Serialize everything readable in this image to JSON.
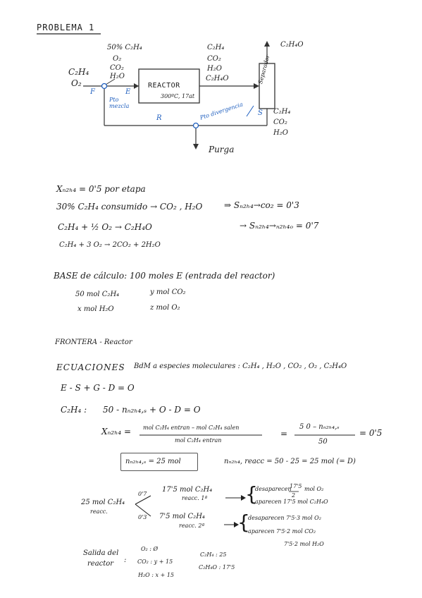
{
  "header": {
    "title": "PROBLEMA 1"
  },
  "diagram": {
    "feed_top": [
      "50% C₂H₄",
      "O₂",
      "CO₂",
      "H₂O"
    ],
    "inlet": [
      "C₂H₄",
      "O₂"
    ],
    "reactor_label": "REACTOR",
    "reactor_cond": "300ºC, 17at",
    "outlet": [
      "C₂H₄",
      "CO₂",
      "H₂O",
      "C₂H₄O"
    ],
    "separator_label": "Separador",
    "product": "C₂H₄O",
    "recycle": [
      "C₂H₄",
      "CO₂",
      "H₂O"
    ],
    "stream_F": "F",
    "stream_E": "E",
    "stream_R": "R",
    "stream_S": "S",
    "mix_point": "Pto mezcla",
    "split_point": "Pto divergencia",
    "purge": "Purga"
  },
  "conditions": {
    "x_line": "Xₙ₂ₕ₄ = 0'5  por etapa",
    "c1_left": "30%  C₂H₄  consumido  →  CO₂ , H₂O",
    "c1_right": "⇒   Sₙ₂ₕ₄→co₂ = 0'3",
    "r1_left": "C₂H₄ + ½ O₂  →  C₂H₄O",
    "r1_right": "→  Sₙ₂ₕ₄→ₙ₂ₕ₄ₒ = 0'7",
    "r2": "C₂H₄ + 3 O₂  → 2CO₂ + 2H₂O"
  },
  "base": {
    "line": "BASE  de  cálculo:   100  moles  E  (entrada  del  reactor)",
    "i1": "50 mol  C₂H₄",
    "i2": "y  mol  CO₂",
    "i3": "x  mol  H₂O",
    "i4": "z  mol  O₂"
  },
  "frontier": {
    "title": "FRONTERA - Reactor",
    "eq_title": "ECUACIONES",
    "eq_desc": "BdM  a  especies  moleculares :  C₂H₄ , H₂O , CO₂ , O₂ , C₂H₄O",
    "balance": "E - S + G - D = O",
    "c2h4_label": "C₂H₄ :",
    "c2h4_eq": "50 - nₙ₂ₕ₄,ₛ  + O  -  D = O",
    "x_lhs": "Xₙ₂ₕ₄ =",
    "frac1_num": "mol C₂H₄ entran  –  mol C₂H₄ salen",
    "frac1_den": "mol  C₂H₄  entran",
    "eq_sign": "=",
    "frac2_num": "5 0  –  nₙ₂ₕ₄,ₛ",
    "frac2_den": "50",
    "x_result": "= 0'5",
    "boxed": "nₙ₂ₕ₄,ₛ = 25 mol",
    "reacc": "nₙ₂ₕ₄, reacc = 50 - 25 = 25 mol   (= D)"
  },
  "split": {
    "label1": "25 mol  C₂H₄",
    "label2": "reacc.",
    "f1": "0'7",
    "f2": "0'3",
    "b1_a": "17'5  mol  C₂H₄",
    "b1_b": "reacc. 1ª",
    "b2_a": "7'5  mol  C₂H₄",
    "b2_b": "reacc. 2ª",
    "d1_a": "desaparecen",
    "d1_frac_num": "17'5",
    "d1_frac_den": "2",
    "d1_b": "mol  O₂",
    "d1_c": "aparecen   17'5  mol  C₂H₄O",
    "d2_a": "desaparecen   7'5·3   mol  O₂",
    "d2_b": "aparecen    7'5·2   mol  CO₂",
    "d2_c": "7'5·2   mol  H₂O"
  },
  "output": {
    "title1": "Salida  del",
    "title2": "reactor",
    "colon": ":",
    "o2": "O₂ : Ø",
    "co2": "CO₂ : y + 15",
    "h2o": "H₂O : x + 15",
    "c2h4": "C₂H₄ :  25",
    "c2h4o": "C₂H₄O : 17'5"
  }
}
